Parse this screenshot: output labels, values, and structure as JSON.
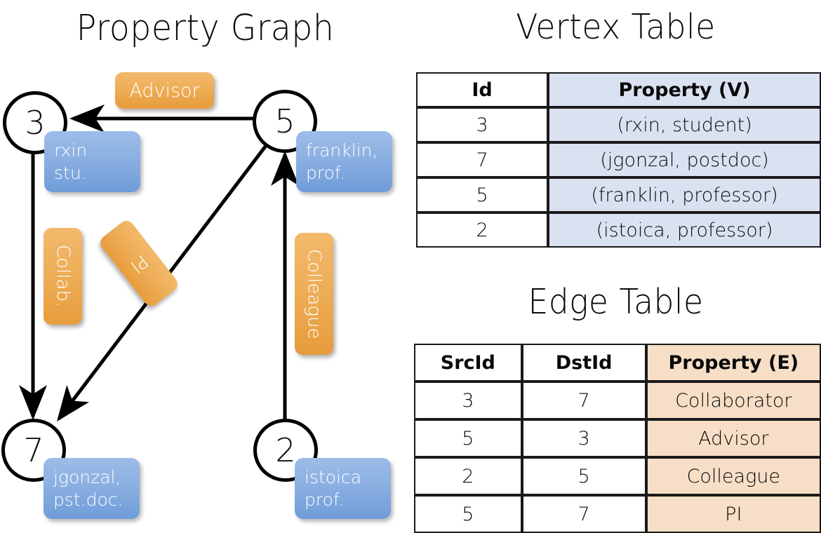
{
  "titles": {
    "property_graph": "Property Graph",
    "vertex_table": "Vertex Table",
    "edge_table": "Edge Table"
  },
  "graph": {
    "nodes": [
      {
        "id": "3",
        "property": "rxin\nstu."
      },
      {
        "id": "5",
        "property": "franklin,\nprof."
      },
      {
        "id": "7",
        "property": "jgonzal,\npst.doc."
      },
      {
        "id": "2",
        "property": "istoica\nprof."
      }
    ],
    "node_labels": {
      "n3": "3",
      "n5": "5",
      "n7": "7",
      "n2": "2"
    },
    "node_properties": {
      "n3_line1": "rxin",
      "n3_line2": "stu.",
      "n5_line1": "franklin,",
      "n5_line2": "prof.",
      "n7_line1": "jgonzal,",
      "n7_line2": "pst.doc.",
      "n2_line1": "istoica",
      "n2_line2": "prof."
    },
    "edge_labels": {
      "advisor": "Advisor",
      "collab": "Collab.",
      "pi": "PI",
      "colleague": "Colleague"
    },
    "edges": [
      {
        "src": "5",
        "dst": "3",
        "label": "Advisor"
      },
      {
        "src": "3",
        "dst": "7",
        "label": "Collab."
      },
      {
        "src": "5",
        "dst": "7",
        "label": "PI"
      },
      {
        "src": "2",
        "dst": "5",
        "label": "Colleague"
      }
    ]
  },
  "vertex_table": {
    "headers": [
      "Id",
      "Property (V)"
    ],
    "rows": [
      {
        "id": "3",
        "property": "(rxin, student)"
      },
      {
        "id": "7",
        "property": "(jgonzal, postdoc)"
      },
      {
        "id": "5",
        "property": "(franklin, professor)"
      },
      {
        "id": "2",
        "property": "(istoica, professor)"
      }
    ]
  },
  "edge_table": {
    "headers": [
      "SrcId",
      "DstId",
      "Property (E)"
    ],
    "rows": [
      {
        "src": "3",
        "dst": "7",
        "property": "Collaborator"
      },
      {
        "src": "5",
        "dst": "3",
        "property": "Advisor"
      },
      {
        "src": "2",
        "dst": "5",
        "property": "Colleague"
      },
      {
        "src": "5",
        "dst": "7",
        "property": "PI"
      }
    ]
  },
  "colors": {
    "vertex_property_fill": "#dae2f2",
    "edge_property_fill": "#f6dfc6",
    "node_box_blue": "#8bb0e2",
    "edge_label_orange": "#eeae58",
    "stroke": "#000000",
    "background": "#ffffff"
  }
}
